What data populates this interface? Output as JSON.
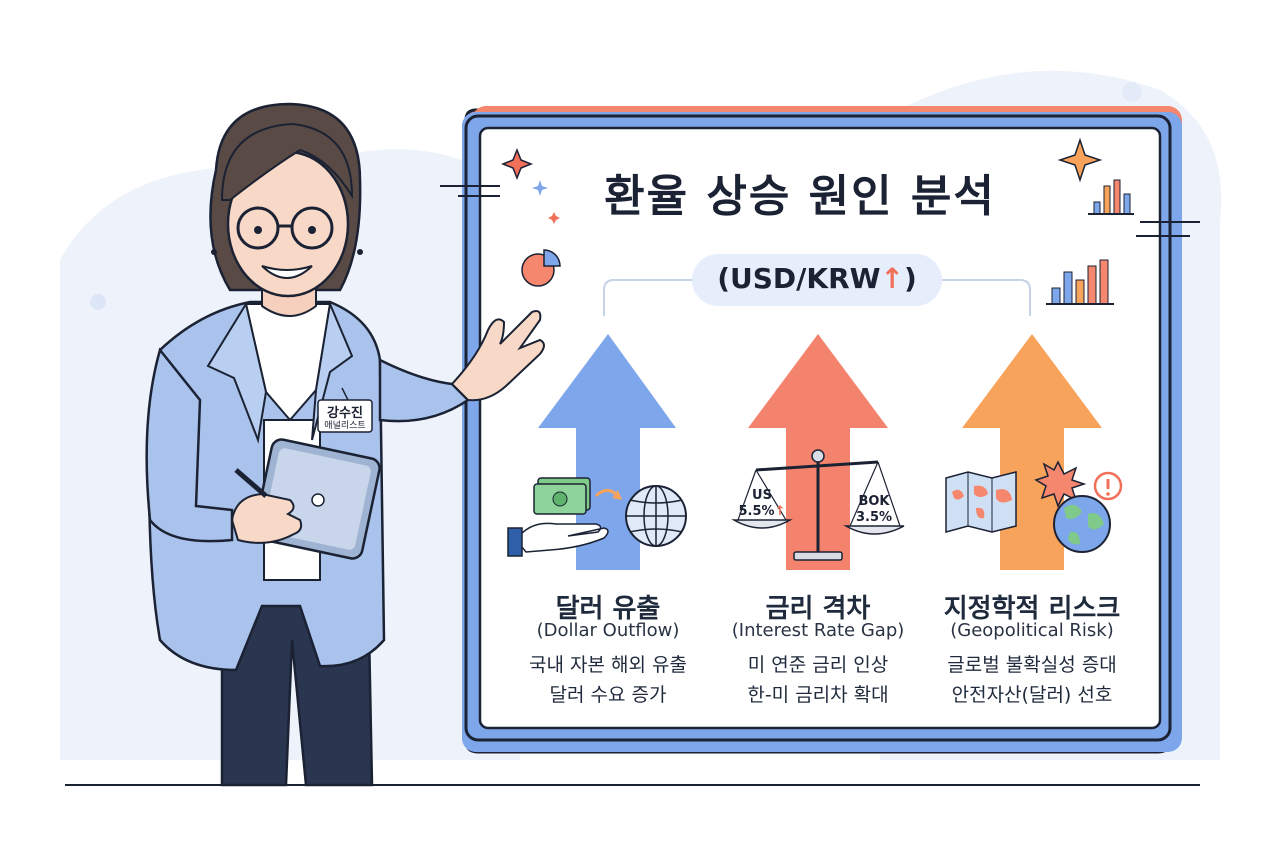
{
  "board": {
    "title": "환율 상승 원인 분석",
    "subtitle_text": "(USD/KRW",
    "subtitle_arrow": "↑",
    "subtitle_close": ")"
  },
  "presenter": {
    "badge_name": "강수진",
    "badge_role": "애널리스트"
  },
  "causes": [
    {
      "title_ko": "달러 유출",
      "title_en": "(Dollar Outflow)",
      "desc_line1": "국내 자본 해외 유출",
      "desc_line2": "달러 수요 증가",
      "color": "#7ea6ea"
    },
    {
      "title_ko": "금리 격차",
      "title_en": "(Interest Rate Gap)",
      "desc_line1": "미 연준 금리 인상",
      "desc_line2": "한-미 금리차 확대",
      "color": "#f3836c",
      "scale": {
        "left_label": "US",
        "left_value": "5.5%",
        "right_label": "BOK",
        "right_value": "3.5%"
      }
    },
    {
      "title_ko": "지정학적 리스크",
      "title_en": "(Geopolitical Risk)",
      "desc_line1": "글로벌 불확실성 증대",
      "desc_line2": "안전자산(달러) 선호",
      "color": "#f8a35c"
    }
  ],
  "icons": [
    "sparkle-icon",
    "pie-chart-icon",
    "bar-chart-icon",
    "money-icon",
    "globe-icon",
    "scale-icon",
    "map-icon",
    "warning-icon",
    "tablet-icon"
  ]
}
